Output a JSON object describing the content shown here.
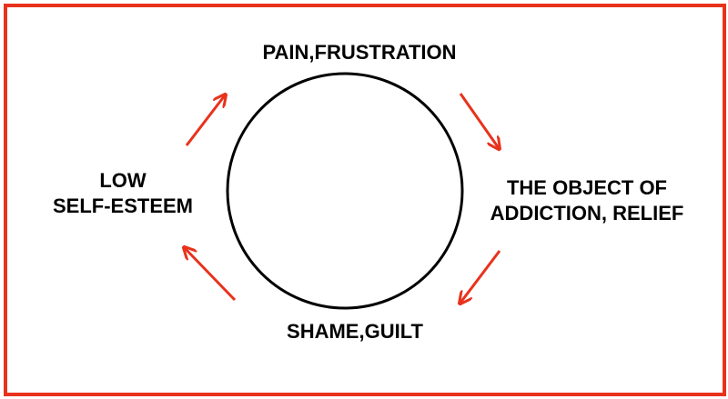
{
  "diagram": {
    "labels": {
      "top": "PAIN,FRUSTRATION",
      "right_line1": "THE OBJECT OF",
      "right_line2": "ADDICTION, RELIEF",
      "bottom": "SHAME,GUILT",
      "left_line1": "LOW",
      "left_line2": "SELF-ESTEEM"
    },
    "colors": {
      "frame": "#e8321c",
      "arrow": "#e8321c",
      "circle": "#000000",
      "text": "#000000"
    },
    "arrows": [
      "arrow-top-right",
      "arrow-bottom-right",
      "arrow-bottom-left",
      "arrow-top-left"
    ]
  }
}
